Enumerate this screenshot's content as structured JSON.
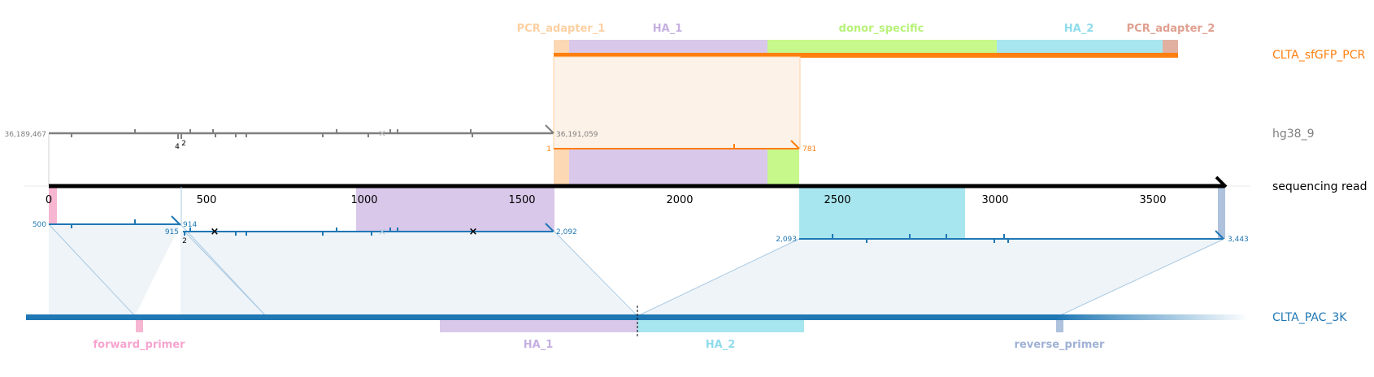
{
  "tracks": {
    "donor": {
      "name": "CLTA_sfGFP_PCR",
      "start_label": "1",
      "end_label": "781"
    },
    "genome": {
      "name": "hg38_9",
      "start_label": "36,189,467",
      "end_label": "36,191,059"
    },
    "read": {
      "name": "sequencing read"
    },
    "reference": {
      "name": "CLTA_PAC_3K"
    }
  },
  "donor_features": [
    {
      "label": "PCR_adapter_1",
      "color": "#fdd8b5",
      "label_color": "#fdd0a2"
    },
    {
      "label": "HA_1",
      "color": "#d9c8ea",
      "label_color": "#c5b0e0"
    },
    {
      "label": "donor_specific",
      "color": "#c6f88b",
      "label_color": "#b8f27a"
    },
    {
      "label": "HA_2",
      "color": "#a8e6ef",
      "label_color": "#8fdcec"
    },
    {
      "label": "PCR_adapter_2",
      "color": "#e1b0a0",
      "label_color": "#e0a090"
    }
  ],
  "reference_features": [
    {
      "label": "forward_primer",
      "color": "#f7b6d2",
      "label_color": "#f7a4cf"
    },
    {
      "label": "HA_1",
      "color": "#d9c8ea",
      "label_color": "#c5b0e0"
    },
    {
      "label": "HA_2",
      "color": "#a8e6ef",
      "label_color": "#8fdcec"
    },
    {
      "label": "reverse_primer",
      "color": "#aec1dd",
      "label_color": "#9fb1d5"
    }
  ],
  "read_axis": {
    "ticks": [
      "0",
      "500",
      "1000",
      "1500",
      "2000",
      "2500",
      "3000",
      "3500"
    ]
  },
  "alignments": {
    "ref_block_1": {
      "start": "500",
      "end": "914"
    },
    "ref_block_2": {
      "start": "915",
      "end": "2,092"
    },
    "ref_block_3": {
      "start": "2,093",
      "end": "3,443"
    },
    "genome_indel_labels": [
      "4",
      "2"
    ],
    "ref_indel_label": "2"
  },
  "colors": {
    "donor": "#ff7f0e",
    "genome": "#7f7f7f",
    "reference": "#1f77b4",
    "read": "#000000",
    "fill": "#eef4f8"
  }
}
